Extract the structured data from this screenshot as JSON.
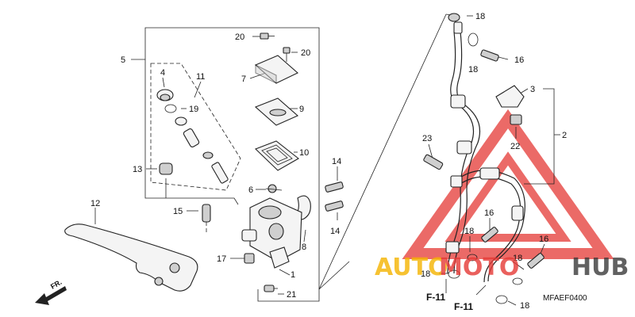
{
  "diagram": {
    "callouts": {
      "c1": "1",
      "c2": "2",
      "c3": "3",
      "c4": "4",
      "c5": "5",
      "c6": "6",
      "c7": "7",
      "c8": "8",
      "c9": "9",
      "c10": "10",
      "c11": "11",
      "c12": "12",
      "c13": "13",
      "c14a": "14",
      "c14b": "14",
      "c15": "15",
      "c16a": "16",
      "c16b": "16",
      "c16c": "16",
      "c17": "17",
      "c18a": "18",
      "c18b": "18",
      "c18c": "18",
      "c18d": "18",
      "c18e": "18",
      "c18f": "18",
      "c19": "19",
      "c20a": "20",
      "c20b": "20",
      "c21": "21",
      "c22": "22",
      "c23": "23"
    },
    "refs": {
      "ref_a": "F-11",
      "ref_b": "F-11"
    },
    "diagram_code": "MFAEF0400",
    "direction_label": "FR."
  },
  "watermark": {
    "text_parts": [
      "AUTO",
      "MOTO",
      "HUB"
    ],
    "colors": {
      "red": "#e53935",
      "gold": "#f5b400",
      "dark": "#3a3a3a"
    }
  }
}
